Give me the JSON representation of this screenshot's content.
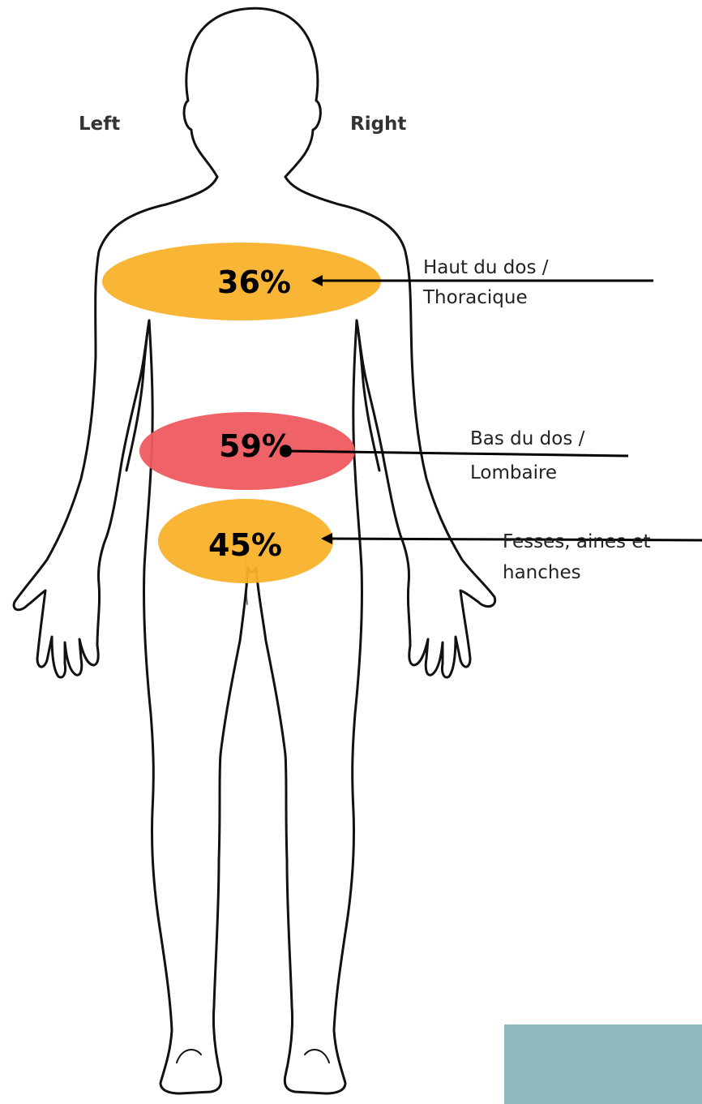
{
  "sides": {
    "left": "Left",
    "right": "Right"
  },
  "regions": [
    {
      "id": "upper-back",
      "percent": 36,
      "percent_label": "36%",
      "color": "#f8b12b",
      "label_line1": "Haut du dos /",
      "label_line2": "Thoracique"
    },
    {
      "id": "lower-back",
      "percent": 59,
      "percent_label": "59%",
      "color": "#ee5a5f",
      "label_line1": "Bas du dos /",
      "label_line2": "Lombaire"
    },
    {
      "id": "buttocks-groin-hips",
      "percent": 45,
      "percent_label": "45%",
      "color": "#f8b12b",
      "label_line1": "Fesses, aines et",
      "label_line2": "hanches"
    }
  ],
  "corner_block_color": "#8fb9bd"
}
